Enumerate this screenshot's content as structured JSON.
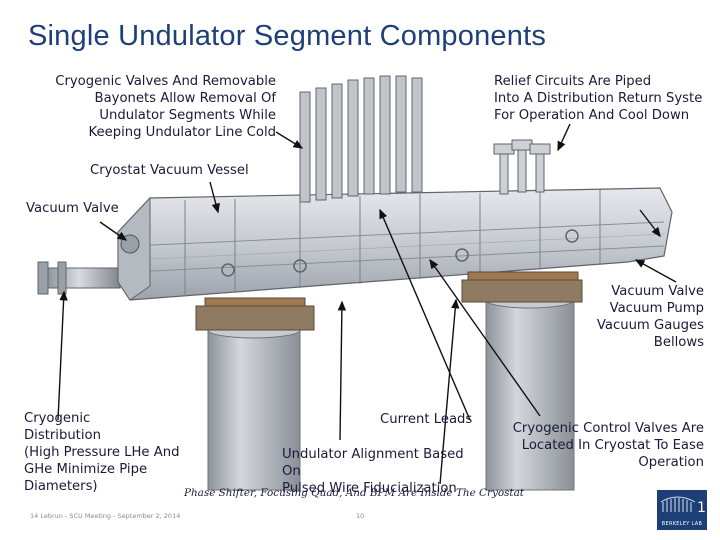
{
  "title": "Single Undulator Segment Components",
  "labels": {
    "cryo_valves": "Cryogenic Valves And Removable\nBayonets Allow Removal Of\nUndulator Segments While\nKeeping Undulator Line Cold",
    "relief": "Relief Circuits Are Piped\nInto A Distribution Return Syste\nFor Operation And Cool Down",
    "vessel": "Cryostat Vacuum Vessel",
    "vacuum_valve": "Vacuum Valve",
    "vac_group": "Vacuum Valve\nVacuum Pump\nVacuum Gauges\nBellows",
    "cryo_distribution": "Cryogenic\nDistribution\n(High Pressure LHe And\nGHe  Minimize Pipe\nDiameters)",
    "current_leads": "Current Leads",
    "alignment": "Undulator Alignment Based\nOn\nPulsed Wire Fiducialization",
    "control_valves": "Cryogenic Control Valves Are\nLocated In Cryostat To Ease\nOperation",
    "phase_shifter": "Phase Shifter, Focusing Quad, And BPM Are Inside The Cryostat"
  },
  "footer": {
    "left": "14  Lebrun - SCU Meeting - September 2, 2014",
    "page": "10"
  },
  "logo": {
    "text": "BERKELEY LAB",
    "color": "#1c3f77"
  },
  "colors": {
    "title": "#1f3f78",
    "vessel": "#c9cdd4",
    "pedestal": "#b9bdc4",
    "copper": "#a07850",
    "arrow": "#111111"
  }
}
